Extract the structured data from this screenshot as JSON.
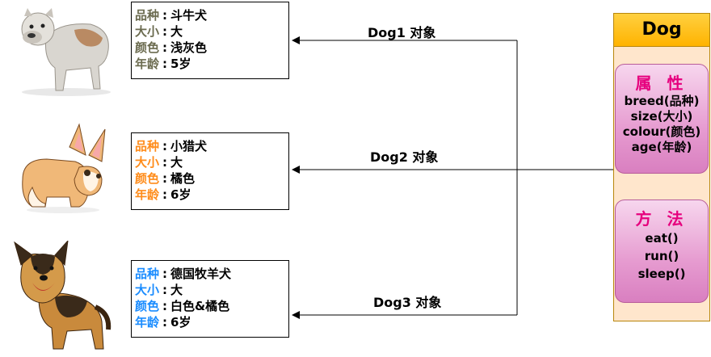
{
  "objects": [
    {
      "label": "Dog1  对象",
      "key_color": "#6b6b4f",
      "rows": [
        {
          "key": "品种",
          "value": "斗牛犬"
        },
        {
          "key": "大小",
          "value": "大"
        },
        {
          "key": "颜色",
          "value": "浅灰色"
        },
        {
          "key": "年龄",
          "value": "5岁"
        }
      ]
    },
    {
      "label": "Dog2 对象",
      "key_color": "#ff8c1a",
      "rows": [
        {
          "key": "品种",
          "value": "小猎犬"
        },
        {
          "key": "大小",
          "value": "大"
        },
        {
          "key": "颜色",
          "value": "橘色"
        },
        {
          "key": "年龄",
          "value": "6岁"
        }
      ]
    },
    {
      "label": "Dog3 对象",
      "key_color": "#1a8cff",
      "rows": [
        {
          "key": "品种",
          "value": "德国牧羊犬"
        },
        {
          "key": "大小",
          "value": "大"
        },
        {
          "key": "颜色",
          "value": "白色&橘色"
        },
        {
          "key": "年龄",
          "value": "6岁"
        }
      ]
    }
  ],
  "separator": ":",
  "class": {
    "title": "Dog",
    "attributes_heading": "属 性",
    "attributes": [
      "breed(品种)",
      "size(大小)",
      "colour(颜色)",
      "age(年龄)"
    ],
    "methods_heading": "方 法",
    "methods": [
      "eat()",
      "run()",
      "sleep()"
    ]
  }
}
